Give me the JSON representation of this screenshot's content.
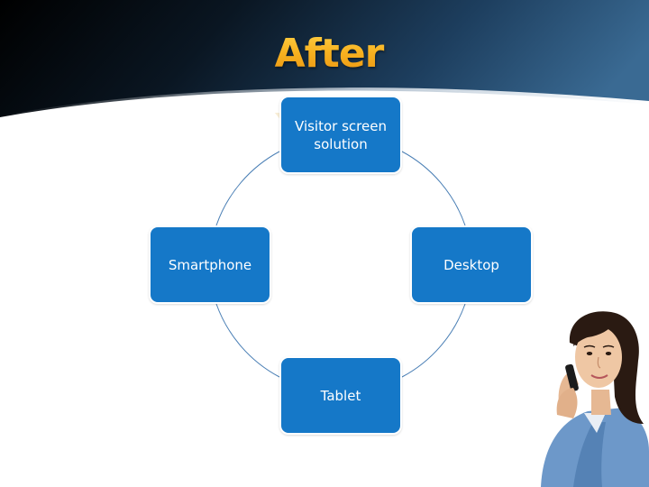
{
  "slide": {
    "title": "After"
  },
  "diagram": {
    "type": "cycle",
    "nodes": [
      {
        "id": "top",
        "label": "Visitor screen solution"
      },
      {
        "id": "right",
        "label": "Desktop"
      },
      {
        "id": "bottom",
        "label": "Tablet"
      },
      {
        "id": "left",
        "label": "Smartphone"
      }
    ],
    "colors": {
      "node_fill": "#1578c8",
      "connector": "#4a7fb5",
      "title_gold": "#f4a91c",
      "header_dark": "#0b1a2a"
    }
  },
  "decor": {
    "photo": "woman-on-phone-photo"
  }
}
